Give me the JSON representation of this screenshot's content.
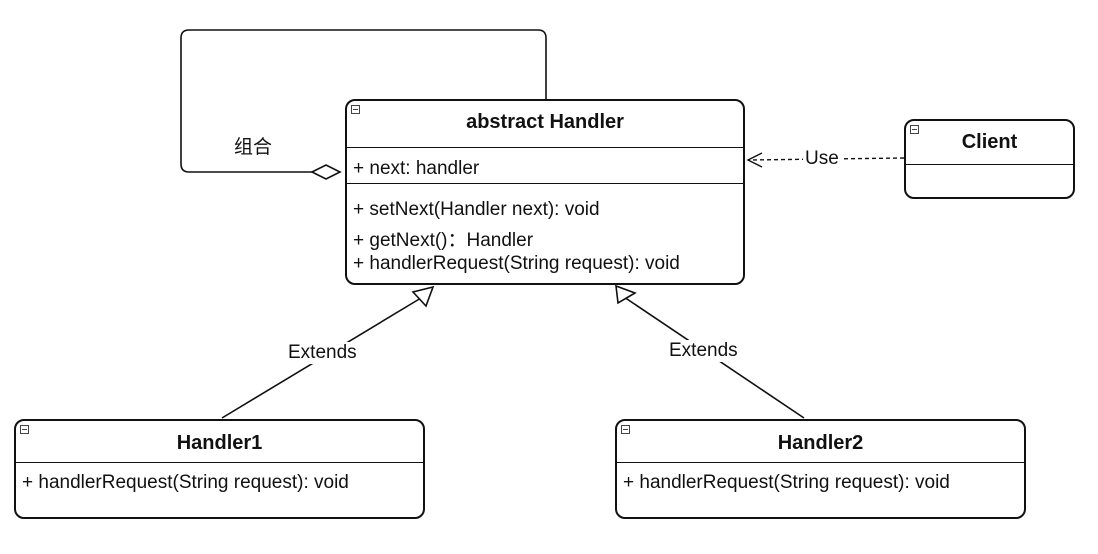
{
  "classes": {
    "handler": {
      "title": "abstract Handler",
      "attributes": [
        "+ next: handler"
      ],
      "methods": [
        "+ setNext(Handler next): void",
        "+ getNext()：Handler",
        "+ handlerRequest(String request): void"
      ]
    },
    "client": {
      "title": "Client"
    },
    "handler1": {
      "title": "Handler1",
      "methods": [
        "+ handlerRequest(String request): void"
      ]
    },
    "handler2": {
      "title": "Handler2",
      "methods": [
        "+ handlerRequest(String request): void"
      ]
    }
  },
  "relations": {
    "self_aggregation_label": "组合",
    "use_label": "Use",
    "extends_left_label": "Extends",
    "extends_right_label": "Extends"
  },
  "colors": {
    "stroke": "#111111",
    "background": "#ffffff"
  },
  "icons": {
    "collapse": "collapse-minus-icon",
    "aggregation": "hollow-diamond-arrowhead",
    "generalization": "hollow-triangle-arrowhead",
    "dependency": "open-arrowhead"
  }
}
